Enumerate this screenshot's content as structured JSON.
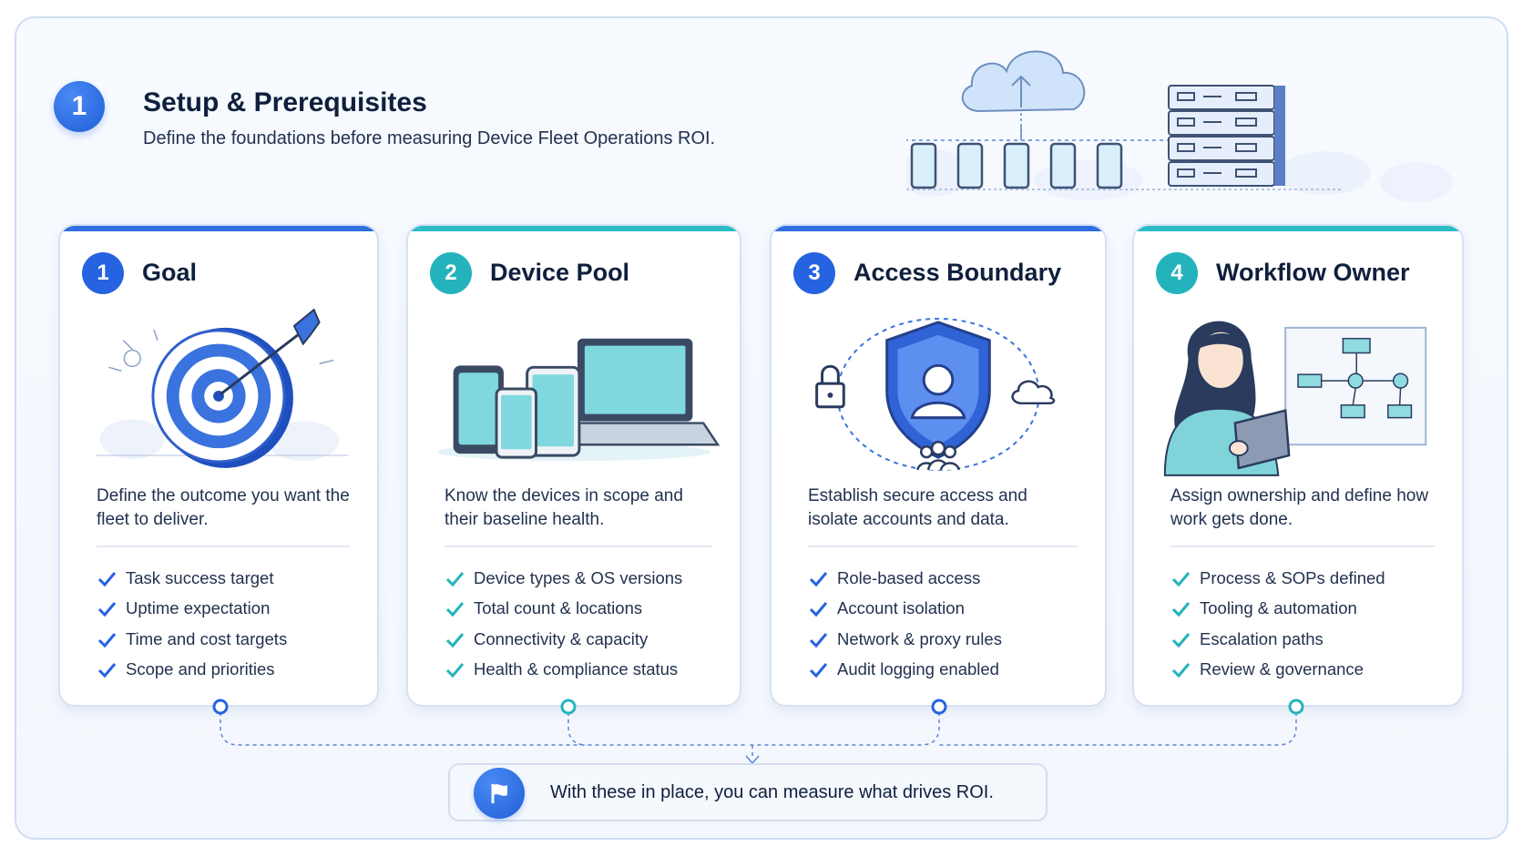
{
  "header": {
    "step": "1",
    "title": "Setup & Prerequisites",
    "subtitle": "Define the foundations before measuring Device Fleet Operations ROI."
  },
  "cards": [
    {
      "number": "1",
      "title": "Goal",
      "icon": "target-icon",
      "description": "Define the outcome you want the fleet to deliver.",
      "items": [
        "Task success target",
        "Uptime expectation",
        "Time and cost targets",
        "Scope and priorities"
      ]
    },
    {
      "number": "2",
      "title": "Device Pool",
      "icon": "devices-icon",
      "description": "Know the devices in scope and their baseline health.",
      "items": [
        "Device types & OS versions",
        "Total count & locations",
        "Connectivity & capacity",
        "Health & compliance status"
      ]
    },
    {
      "number": "3",
      "title": "Access Boundary",
      "icon": "shield-user-icon",
      "description": "Establish secure access and isolate accounts and data.",
      "items": [
        "Role-based access",
        "Account isolation",
        "Network & proxy rules",
        "Audit logging enabled"
      ]
    },
    {
      "number": "4",
      "title": "Workflow Owner",
      "icon": "owner-workflow-icon",
      "description": "Assign ownership and define how work gets done.",
      "items": [
        "Process & SOPs defined",
        "Tooling & automation",
        "Escalation paths",
        "Review & governance"
      ]
    }
  ],
  "footer": {
    "icon": "flag-icon",
    "text": "With these in place, you can measure what drives ROI."
  },
  "colors": {
    "blue": "#2563e0",
    "teal": "#24b3bd",
    "navy": "#0f1f3d"
  }
}
